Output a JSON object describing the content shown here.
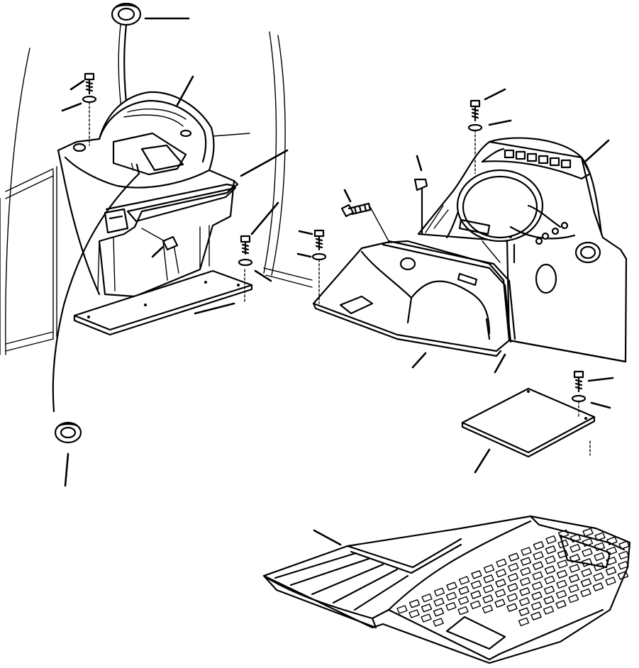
{
  "diagram": {
    "background": "#ffffff",
    "line_color": "#000000",
    "parts": [
      "left-console",
      "left-floor-plate",
      "right-dashboard",
      "right-console-cover",
      "small-access-plate",
      "floor-mat",
      "cable-grommet-top",
      "cable-grommet-bottom"
    ]
  }
}
